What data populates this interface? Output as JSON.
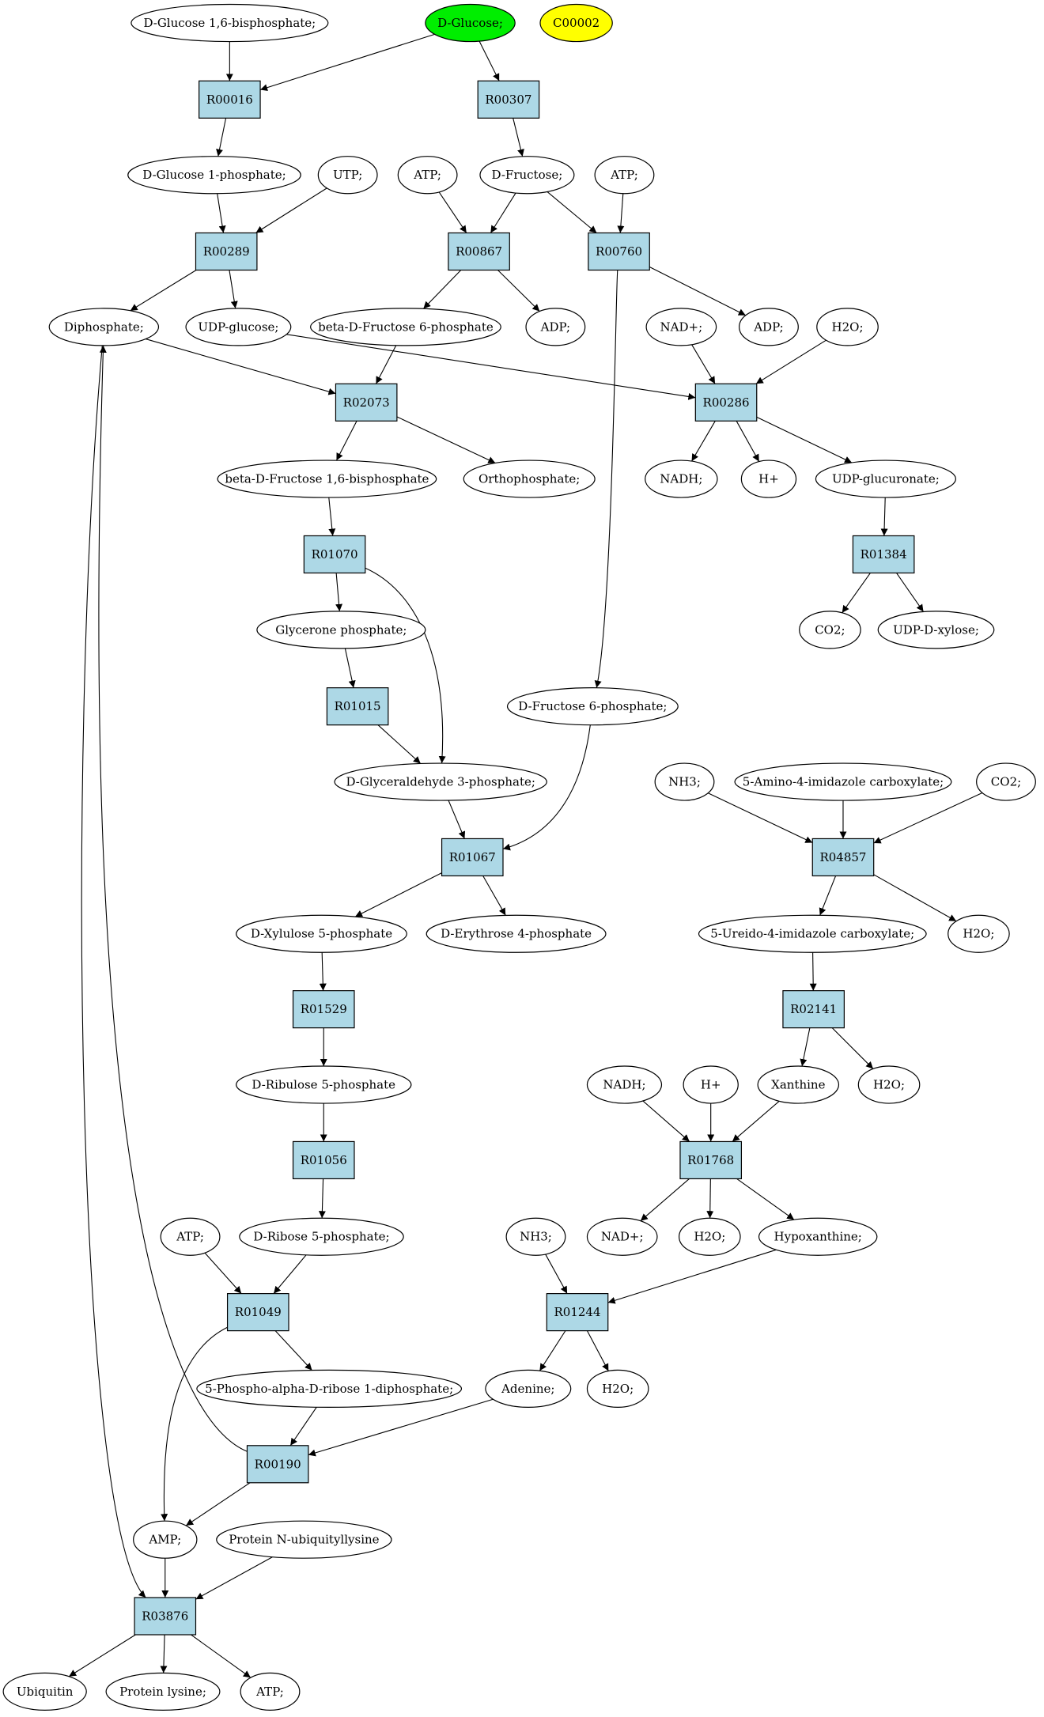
{
  "colors": {
    "start_compound": "#00ee00",
    "highlight_compound": "#ffff00",
    "compound": "#ffffff",
    "reaction": "#add8e6",
    "edge": "#000000"
  },
  "compounds": {
    "c1": "D-Glucose 1,6-bisphosphate;",
    "c2": "D-Glucose;",
    "c3": "C00002",
    "c4": "D-Glucose 1-phosphate;",
    "c5": "UTP;",
    "c6": "ATP;",
    "c7": "D-Fructose;",
    "c8": "ATP;",
    "c9": "Diphosphate;",
    "c10": "UDP-glucose;",
    "c11": "beta-D-Fructose 6-phosphate",
    "c12": "ADP;",
    "c13": "NAD+;",
    "c14": "ADP;",
    "c15": "H2O;",
    "c16": "beta-D-Fructose 1,6-bisphosphate",
    "c17": "Orthophosphate;",
    "c18": "NADH;",
    "c19": "H+",
    "c20": "UDP-glucuronate;",
    "c21": "Glycerone phosphate;",
    "c22": "CO2;",
    "c23": "UDP-D-xylose;",
    "c24": "D-Fructose 6-phosphate;",
    "c25": "D-Glyceraldehyde 3-phosphate;",
    "c26": "NH3;",
    "c27": "5-Amino-4-imidazole carboxylate;",
    "c28": "CO2;",
    "c29": "D-Xylulose 5-phosphate",
    "c30": "D-Erythrose 4-phosphate",
    "c31": "5-Ureido-4-imidazole carboxylate;",
    "c32": "H2O;",
    "c33": "D-Ribulose 5-phosphate",
    "c34": "NADH;",
    "c35": "H+",
    "c36": "Xanthine",
    "c37": "H2O;",
    "c38": "ATP;",
    "c39": "D-Ribose 5-phosphate;",
    "c40": "NH3;",
    "c41": "NAD+;",
    "c42": "H2O;",
    "c43": "Hypoxanthine;",
    "c44": "5-Phospho-alpha-D-ribose 1-diphosphate;",
    "c45": "Adenine;",
    "c46": "H2O;",
    "c47": "AMP;",
    "c48": "Protein N-ubiquityllysine",
    "c49": "Ubiquitin",
    "c50": "Protein lysine;",
    "c51": "ATP;"
  },
  "reactions": {
    "r1": "R00016",
    "r2": "R00307",
    "r3": "R00289",
    "r4": "R00867",
    "r5": "R00760",
    "r6": "R02073",
    "r7": "R00286",
    "r8": "R01070",
    "r9": "R01384",
    "r10": "R01015",
    "r11": "R01067",
    "r12": "R04857",
    "r13": "R01529",
    "r14": "R02141",
    "r15": "R01056",
    "r16": "R01768",
    "r17": "R01049",
    "r18": "R01244",
    "r19": "R00190",
    "r20": "R03876"
  }
}
